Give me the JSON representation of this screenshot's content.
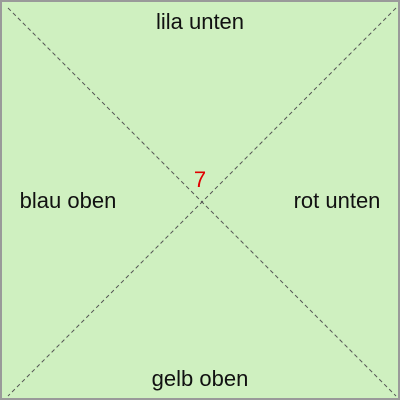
{
  "labels": {
    "top": "lila unten",
    "left": "blau oben",
    "right": "rot unten",
    "bottom": "gelb oben"
  },
  "counter": "7",
  "colors": {
    "background": "#cff0c0",
    "border": "#9a9a9a",
    "text": "#111111",
    "counter": "#e00000",
    "diagonal": "#555555"
  }
}
